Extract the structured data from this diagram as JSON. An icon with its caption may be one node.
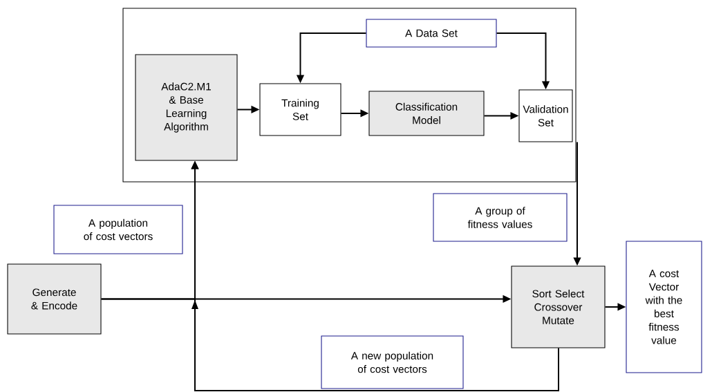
{
  "diagram": {
    "nodes": [
      {
        "text": [],
        "shape": "box"
      },
      {
        "text": [
          "AdaC2.M1 & Base Learning Algorithm"
        ],
        "in": 0
      },
      {
        "text": [
          "A Data Set"
        ],
        "in": 0
      },
      {
        "text": [
          "Training Set"
        ],
        "in": 0
      },
      {
        "text": [
          "Classification Model"
        ],
        "in": 0
      },
      {
        "text": [
          "Validation Set"
        ],
        "in": 0
      },
      {
        "text": [
          "Generate & Encode"
        ]
      },
      {
        "text": [
          "A population of cost vectors"
        ]
      },
      {
        "text": [
          "A group of fitness values"
        ]
      },
      {
        "text": [
          "Sort Select Crossover Mutate"
        ]
      },
      {
        "text": [
          "A new population of cost vectors"
        ]
      },
      {
        "text": [
          "A cost Vector with the best fitness value"
        ]
      }
    ],
    "edges": [
      {
        "from": 2,
        "to": 3,
        "arrow": "to"
      },
      {
        "from": 2,
        "to": 5,
        "arrow": "to"
      },
      {
        "from": 1,
        "to": 3,
        "arrow": "to"
      },
      {
        "from": 3,
        "to": 4,
        "arrow": "to"
      },
      {
        "from": 4,
        "to": 5,
        "arrow": "to"
      },
      {
        "from": 5,
        "to": 9,
        "arrow": "to"
      },
      {
        "from": 6,
        "to": 9,
        "arrow": "to"
      },
      {
        "from": 6,
        "to": 1,
        "arrow": "to"
      },
      {
        "from": 9,
        "to": 1,
        "arrow": "to"
      },
      {
        "from": 9,
        "to": 11,
        "arrow": "to"
      }
    ]
  }
}
